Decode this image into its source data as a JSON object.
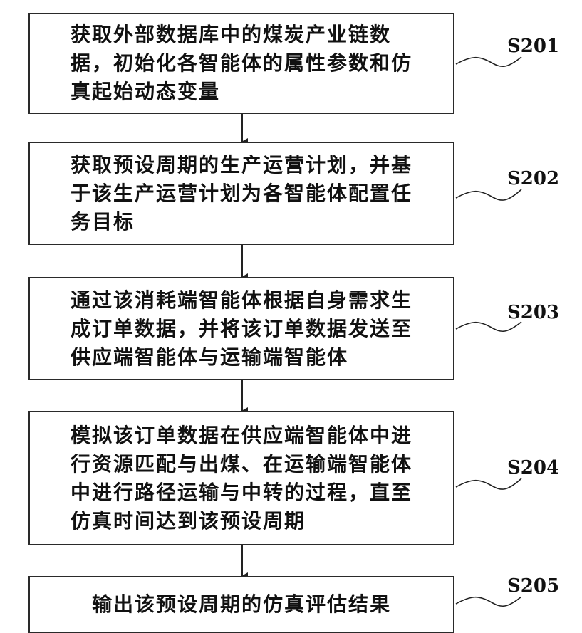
{
  "flowchart": {
    "steps": [
      {
        "id": "S201",
        "text": "获取外部数据库中的煤炭产业链数\n据，初始化各智能体的属性参数和仿\n真起始动态变量"
      },
      {
        "id": "S202",
        "text": "获取预设周期的生产运营计划，并基\n于该生产运营计划为各智能体配置任\n务目标"
      },
      {
        "id": "S203",
        "text": "通过该消耗端智能体根据自身需求生\n成订单数据，并将该订单数据发送至\n供应端智能体与运输端智能体"
      },
      {
        "id": "S204",
        "text": "模拟该订单数据在供应端智能体中进\n行资源匹配与出煤、在运输端智能体\n中进行路径运输与中转的过程，直至\n仿真时间达到该预设周期"
      },
      {
        "id": "S205",
        "text": "输出该预设周期的仿真评估结果"
      }
    ]
  }
}
